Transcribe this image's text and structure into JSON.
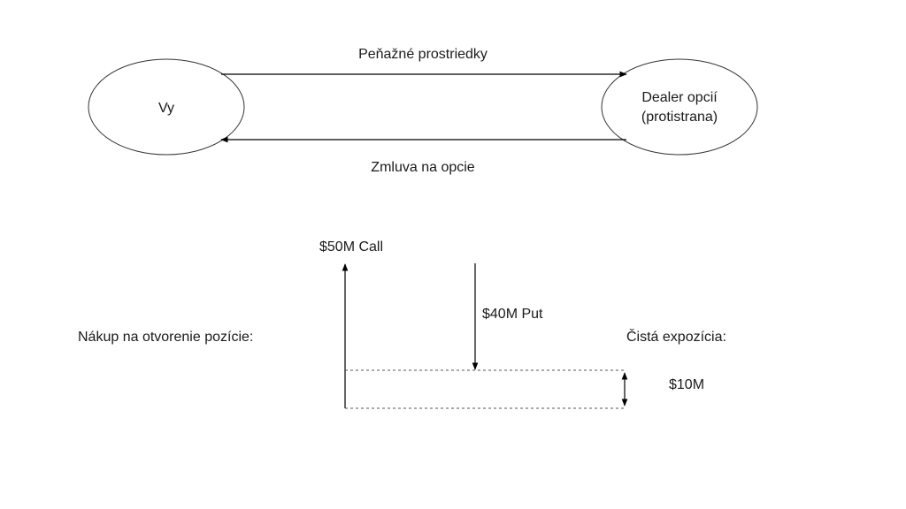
{
  "top_flow": {
    "left_node": {
      "label": "Vy"
    },
    "right_node": {
      "label_line1": "Dealer opcií",
      "label_line2": "(protistrana)"
    },
    "cash_arrow": {
      "label": "Peňažné prostriedky"
    },
    "contract_arrow": {
      "label": "Zmluva na opcie"
    }
  },
  "exposure": {
    "call": {
      "label": "$50M Call",
      "amount": 50
    },
    "put": {
      "label": "$40M Put",
      "amount": 40
    },
    "net": {
      "label": "$10M",
      "amount": 10
    },
    "left_caption": "Nákup na otvorenie pozície:",
    "right_caption": "Čistá expozícia:"
  }
}
